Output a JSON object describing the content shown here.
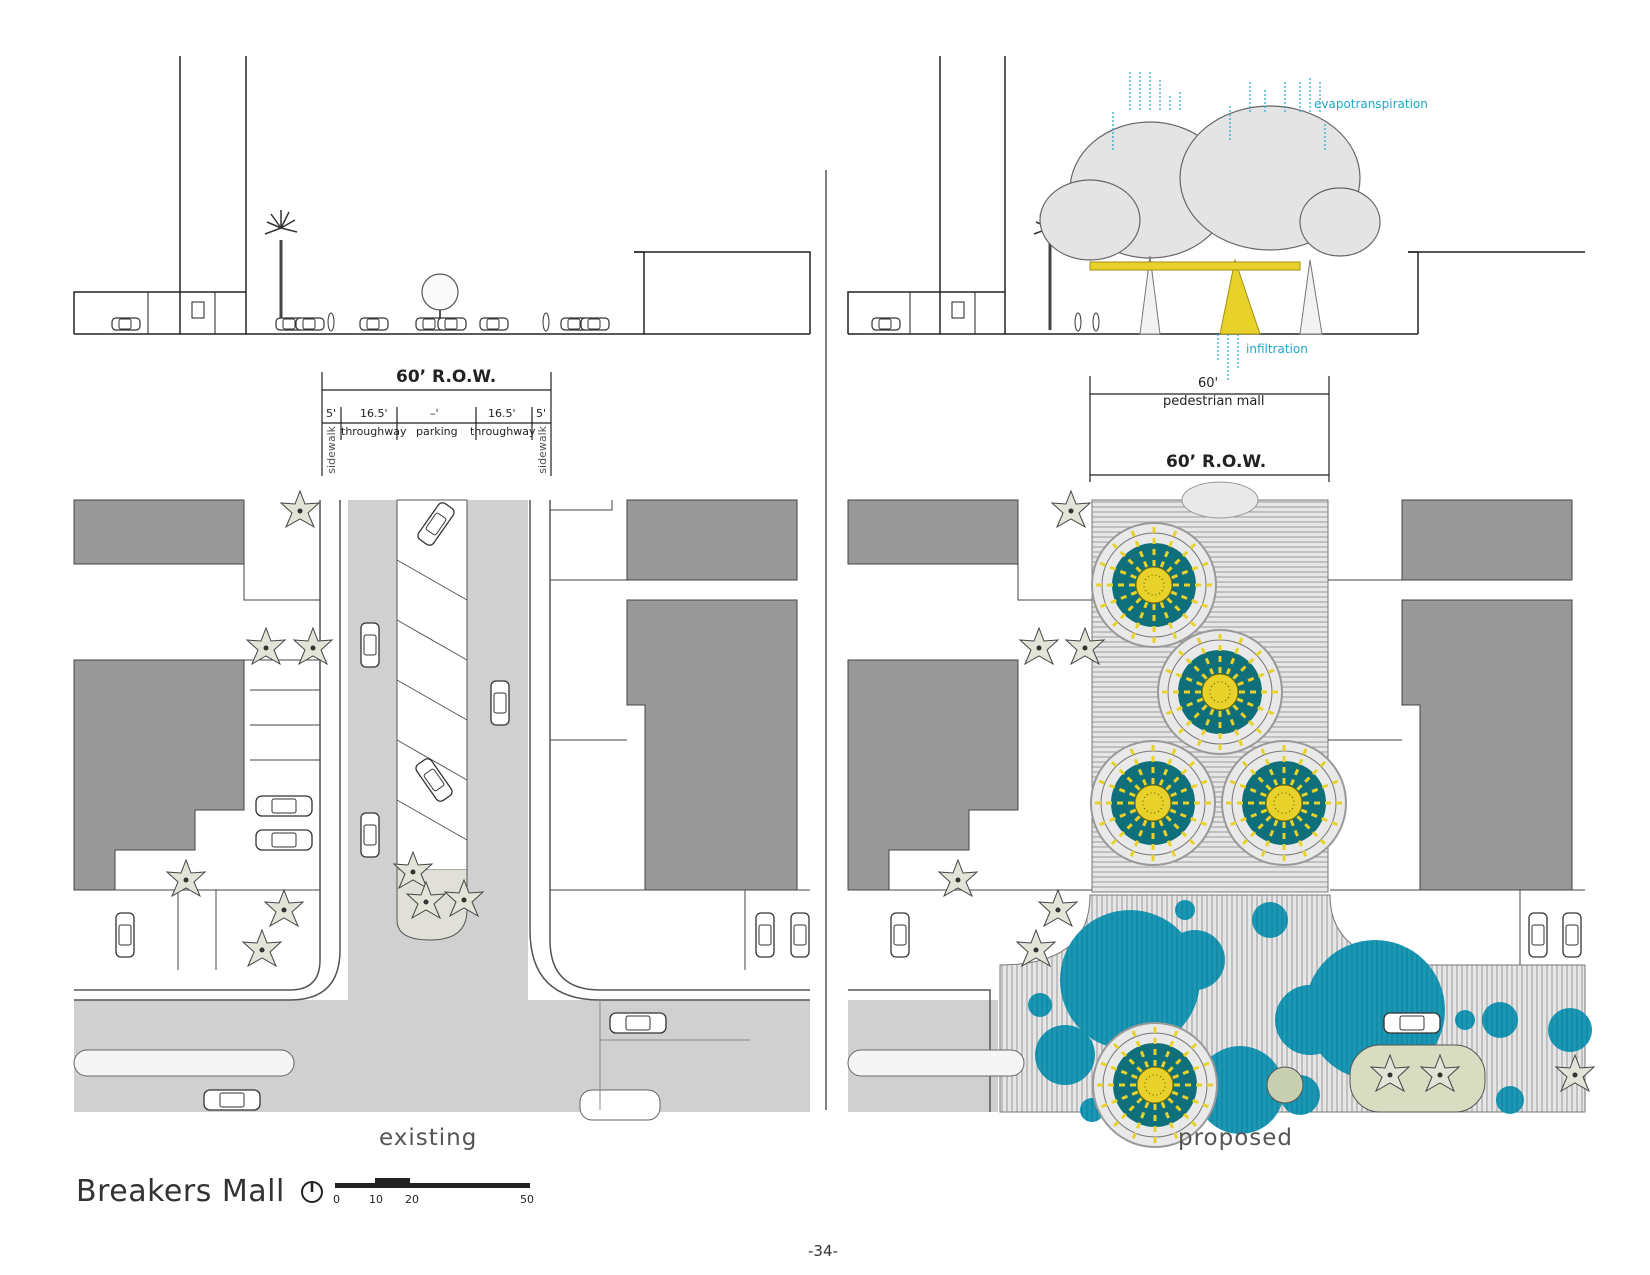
{
  "page_title": "Breakers Mall",
  "page_number": "-34-",
  "scale_bar": {
    "ticks": [
      "0",
      "10",
      "20",
      "50"
    ]
  },
  "existing": {
    "caption": "existing",
    "row_label": "60’ R.O.W.",
    "segments": [
      {
        "width": "5'",
        "use": "sidewalk"
      },
      {
        "width": "16.5'",
        "use": "throughway"
      },
      {
        "width": "–'",
        "use": "parking"
      },
      {
        "width": "16.5'",
        "use": "throughway"
      },
      {
        "width": "5'",
        "use": "sidewalk"
      }
    ]
  },
  "proposed": {
    "caption": "proposed",
    "row_label": "60’ R.O.W.",
    "mall_width": "60'",
    "mall_use": "pedestrian mall",
    "annotation_evapo": "evapotranspiration",
    "annotation_infil": "infiltration"
  },
  "colors": {
    "building_gray": "#999999",
    "road_gray": "#d0d0d0",
    "water_blue": "#1898b5",
    "teal": "#0f6f7a",
    "yellow": "#e8d22a",
    "annotation_cyan": "#1fa7c8"
  }
}
